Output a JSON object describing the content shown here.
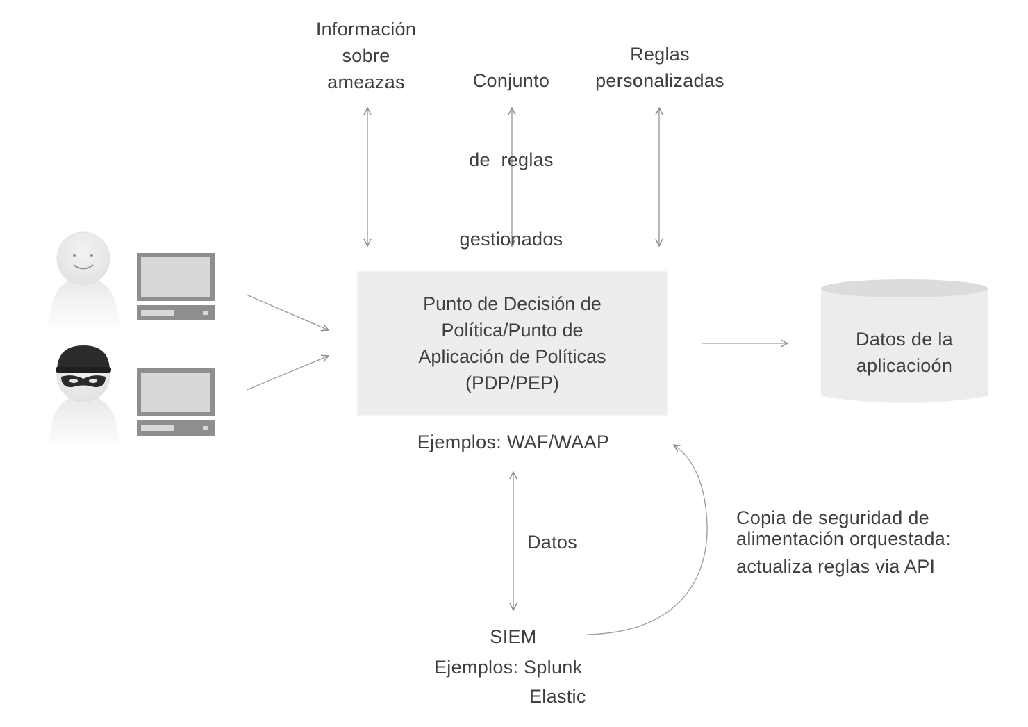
{
  "sources": [
    {
      "lines": [
        "Información",
        "sobre",
        "ameazas"
      ]
    },
    {
      "lines": [
        "Conjunto",
        "de  reglas",
        "gestionados"
      ]
    },
    {
      "lines": [
        "Reglas",
        "personalizadas"
      ]
    }
  ],
  "pdp": {
    "lines": [
      "Punto de Decisión de",
      "Política/Punto de",
      "Aplicación de Políticas",
      "(PDP/PEP)"
    ],
    "examples": "Ejemplos: WAF/WAAP"
  },
  "app_data": {
    "lines": [
      "Datos de la",
      "aplicacioón"
    ]
  },
  "data_flow_label": "Datos",
  "siem": {
    "lines": [
      "SIEM",
      "Ejemplos: Splunk",
      "Elastic"
    ]
  },
  "feedback": {
    "lines": [
      "Copia de seguridad de",
      "alimentación orquestada:",
      "actualiza reglas via API"
    ]
  },
  "actors": [
    {
      "role": "user",
      "icon": "smiley-user-icon"
    },
    {
      "role": "attacker",
      "icon": "masked-attacker-icon"
    }
  ],
  "colors": {
    "arrow": "#9a9a9a",
    "box_fill": "#ededed",
    "text": "#3f3f3f"
  }
}
